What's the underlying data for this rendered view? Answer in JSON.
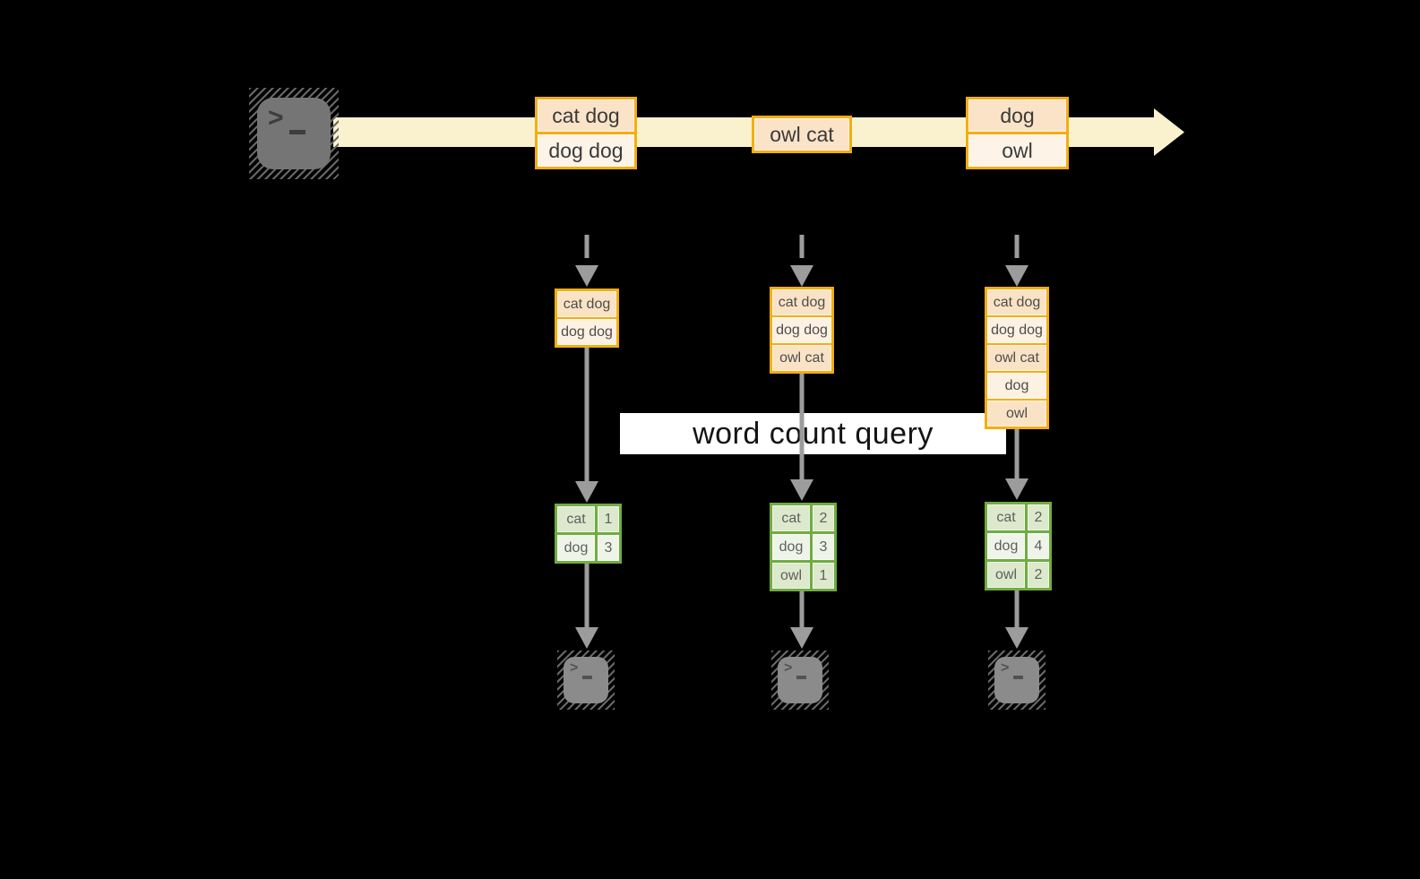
{
  "colors": {
    "background": "#000000",
    "stream_band": "#FAF1CE",
    "orange_border": "#F3AE0F",
    "peach_fill": "#FBE3C8",
    "cream_fill": "#FDF3E7",
    "green_border": "#70AC41",
    "green_dark_cell": "#DCE9CC",
    "green_light_cell": "#EFF4E9",
    "arrow_gray": "#9C9C9C",
    "query_box_bg": "#FFFFFF"
  },
  "icons": {
    "source": "terminal-icon",
    "sink": "terminal-icon",
    "prompt_chevron": ">"
  },
  "query_label": "word count query",
  "stream": {
    "batches": [
      {
        "lines": [
          "cat dog",
          "dog dog"
        ]
      },
      {
        "lines": [
          "owl cat"
        ]
      },
      {
        "lines": [
          "dog",
          "owl"
        ]
      }
    ]
  },
  "micro_batches": [
    {
      "input_rows": [
        "cat dog",
        "dog dog"
      ],
      "counts": [
        [
          "cat",
          "1"
        ],
        [
          "dog",
          "3"
        ]
      ]
    },
    {
      "input_rows": [
        "cat dog",
        "dog dog",
        "owl cat"
      ],
      "counts": [
        [
          "cat",
          "2"
        ],
        [
          "dog",
          "3"
        ],
        [
          "owl",
          "1"
        ]
      ]
    },
    {
      "input_rows": [
        "cat dog",
        "dog dog",
        "owl cat",
        "dog",
        "owl"
      ],
      "counts": [
        [
          "cat",
          "2"
        ],
        [
          "dog",
          "4"
        ],
        [
          "owl",
          "2"
        ]
      ]
    }
  ]
}
